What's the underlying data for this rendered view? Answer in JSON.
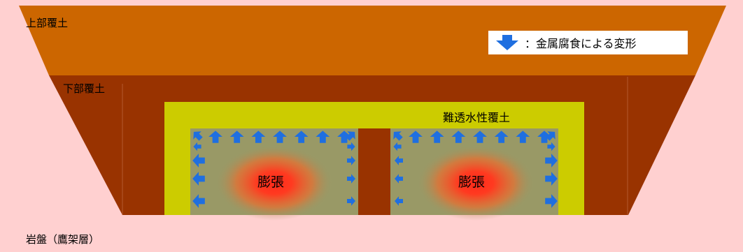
{
  "labels": {
    "upper_cover": "上部覆土",
    "lower_cover": "下部覆土",
    "low_permeability_cover": "難透水性覆土",
    "bedrock": "岩盤（鷹架層）",
    "expansion_left": "膨張",
    "expansion_right": "膨張"
  },
  "legend": {
    "text": "：金属腐食による変形",
    "arrow_icon": "down-arrow-icon"
  },
  "colors": {
    "bedrock": "#ffd0d0",
    "upper_cover": "#cc6600",
    "lower_cover": "#993300",
    "low_permeability_cover": "#cccc00",
    "waste_zone": "#999966",
    "arrow": "#1f6fe0",
    "expansion_core": "#ff2a1a"
  }
}
